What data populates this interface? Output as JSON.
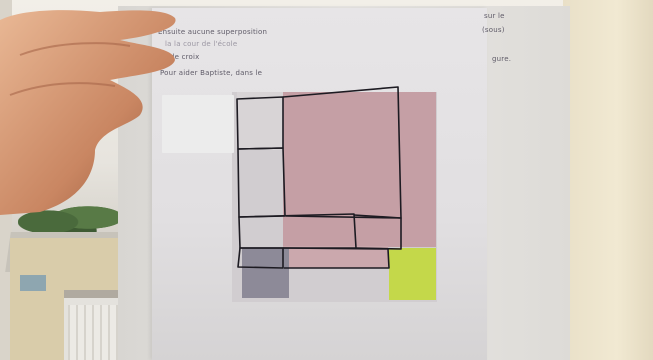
{
  "document_lines": [
    "Ensuite aucune superposition",
    "la la cour de l'école",
    "de croix",
    "Pour aider Baptiste, dans le",
    "sur le",
    "(sous)",
    "gure."
  ],
  "colors": {
    "pink_square": "#c59fa5",
    "gray_square": "#8d8a98",
    "yellow_square": "#c4d84a",
    "paper": "#e4e2e4",
    "skin": "#d8a07e"
  }
}
